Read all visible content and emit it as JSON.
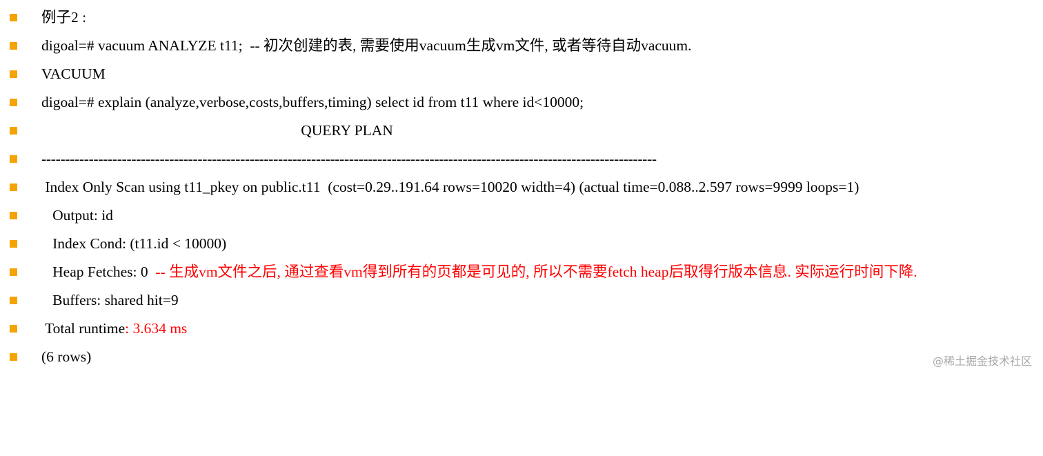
{
  "lines": [
    {
      "text": "例子2 :"
    },
    {
      "text": "digoal=# vacuum ANALYZE t11;  -- 初次创建的表, 需要使用vacuum生成vm文件, 或者等待自动vacuum."
    },
    {
      "text": "VACUUM"
    },
    {
      "text": "digoal=# explain (analyze,verbose,costs,buffers,timing) select id from t11 where id<10000;"
    },
    {
      "text": "                                                                      QUERY PLAN"
    },
    {
      "text": "----------------------------------------------------------------------------------------------------------------------------------"
    },
    {
      "text": " Index Only Scan using t11_pkey on public.t11  (cost=0.29..191.64 rows=10020 width=4) (actual time=0.088..2.597 rows=9999 loops=1)"
    },
    {
      "text": "   Output: id"
    },
    {
      "text": "   Index Cond: (t11.id < 10000)"
    },
    {
      "text": "   Heap Fetches: 0  ",
      "comment": "-- 生成vm文件之后, 通过查看vm得到所有的页都是可见的, 所以不需要fetch heap后取得行版本信息. 实际运行时间下降."
    },
    {
      "text": "   Buffers: shared hit=9"
    },
    {
      "text": " Total runtime",
      "comment": ": 3.634 ms"
    },
    {
      "text": "(6 rows)"
    }
  ],
  "watermark": "@稀土掘金技术社区",
  "colors": {
    "bullet": "#f5a300",
    "comment": "#ff0000",
    "text": "#000000"
  }
}
